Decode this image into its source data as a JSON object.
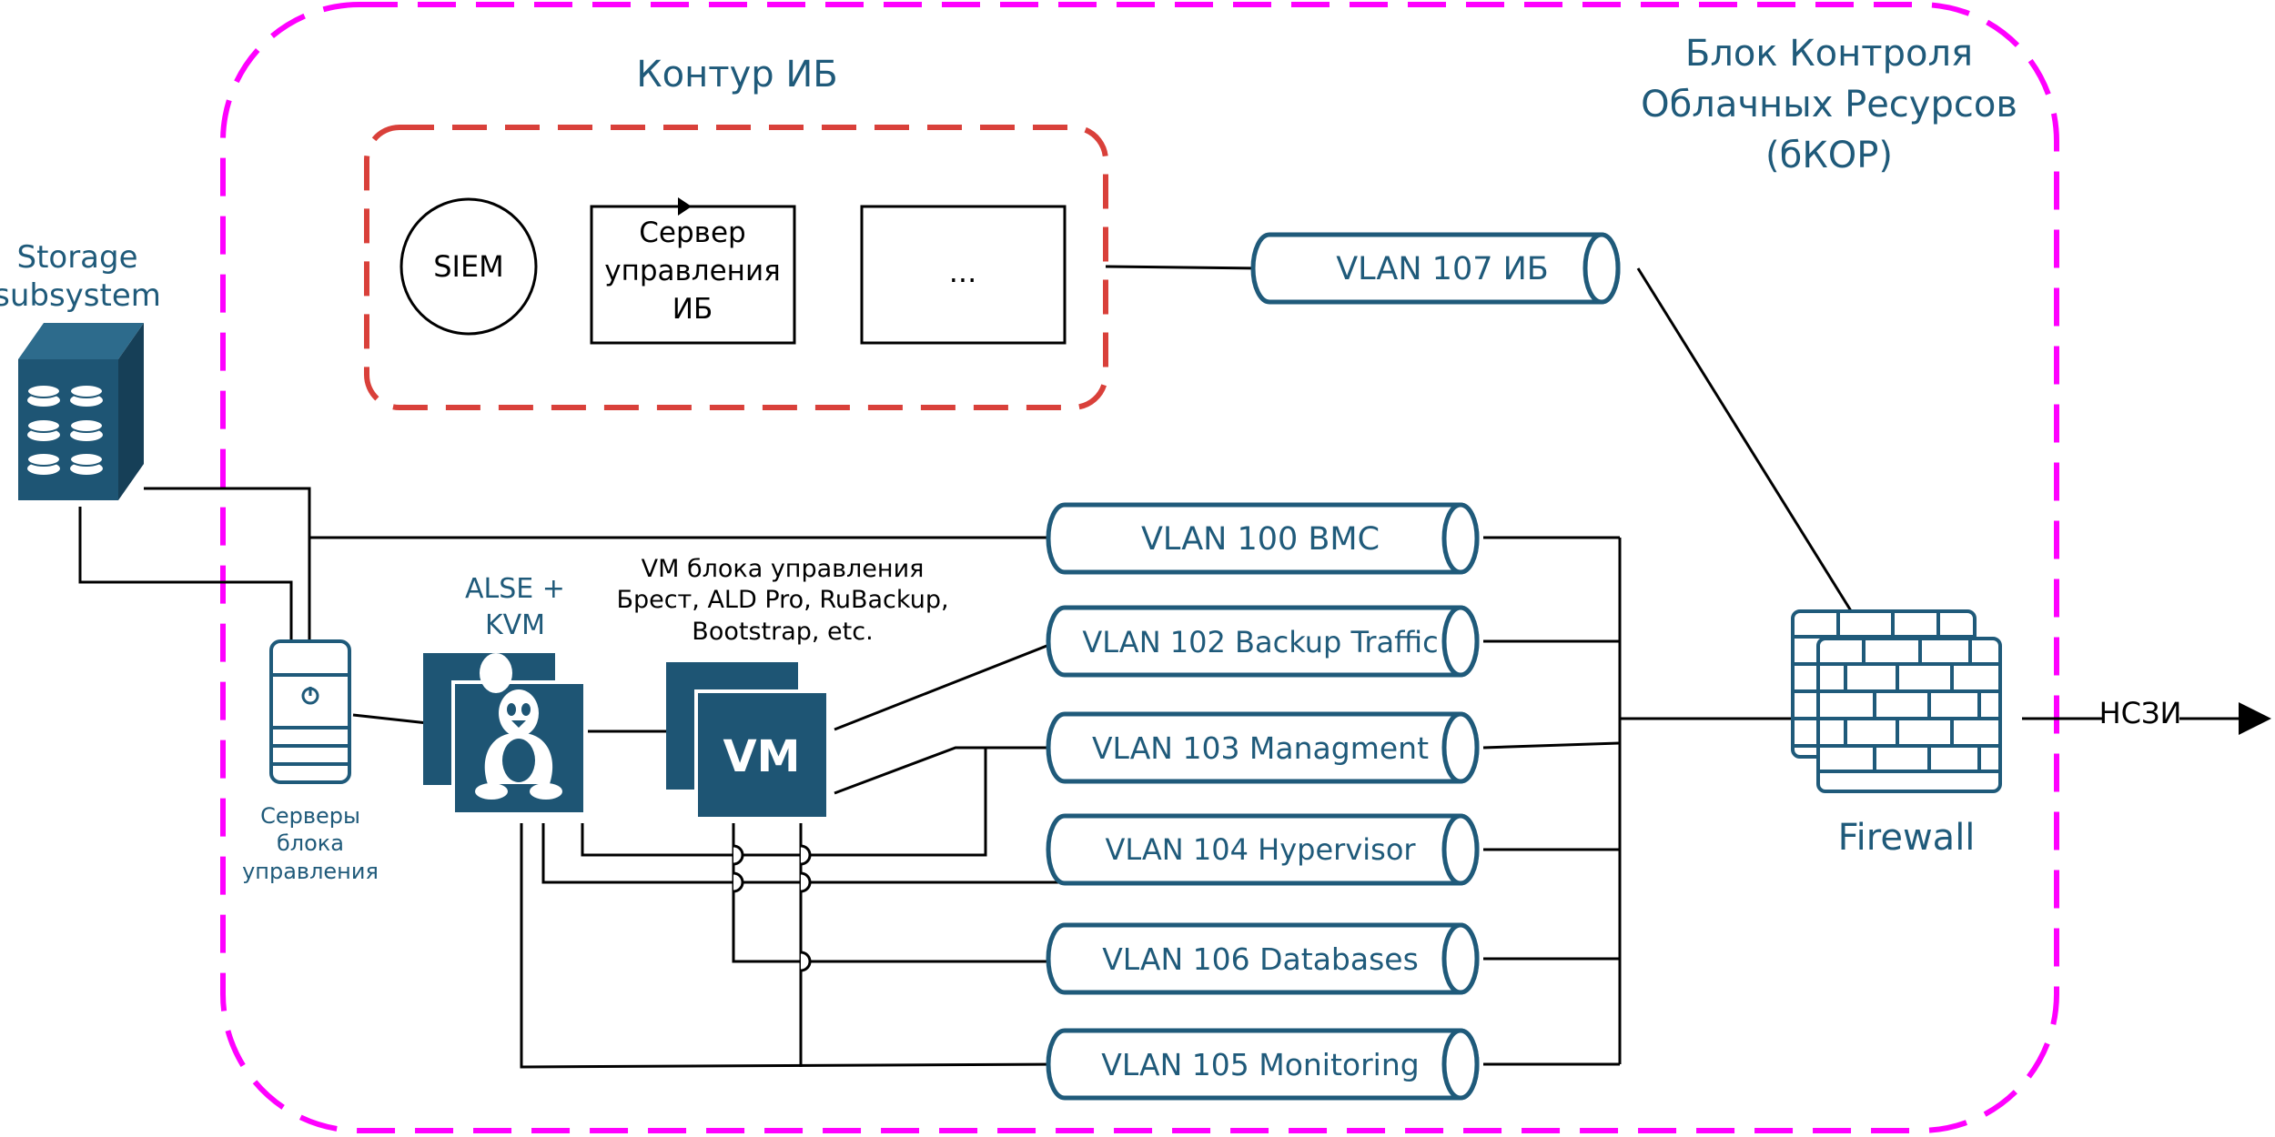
{
  "colors": {
    "primary": "#1f5a7a",
    "icon_fill": "#1e5574",
    "boundary_magenta": "#ff00ff",
    "boundary_red": "#d9403a",
    "line": "#000000"
  },
  "outer_zone": {
    "title_lines": [
      "Блок Контроля",
      "Облачных Ресурсов",
      "(бКОР)"
    ]
  },
  "security_zone": {
    "title": "Контур ИБ",
    "items": [
      {
        "type": "circle",
        "label": "SIEM"
      },
      {
        "type": "box",
        "label_lines": [
          "Сервер",
          "управления",
          "ИБ"
        ]
      },
      {
        "type": "box",
        "label": "..."
      }
    ]
  },
  "storage": {
    "label_lines": [
      "Storage",
      "subsystem"
    ],
    "icon": "storage-array-icon"
  },
  "servers": {
    "label_lines": [
      "Серверы",
      "блока",
      "управления"
    ],
    "icon": "server-tower-icon"
  },
  "hypervisor": {
    "label_lines": [
      "ALSE +",
      "KVM"
    ],
    "icon": "linux-tux-icon"
  },
  "vm": {
    "label_lines": [
      "VM блока управления",
      "Брест, ALD Pro, RuBackup,",
      "Bootstrap, etc."
    ],
    "badge": "VM",
    "icon": "vm-icon"
  },
  "vlans": [
    {
      "id": "vlan107",
      "label": "VLAN 107 ИБ"
    },
    {
      "id": "vlan100",
      "label": "VLAN 100 BMC"
    },
    {
      "id": "vlan102",
      "label": "VLAN 102 Backup Traffic"
    },
    {
      "id": "vlan103",
      "label": "VLAN 103 Managment"
    },
    {
      "id": "vlan104",
      "label": "VLAN 104 Hypervisor"
    },
    {
      "id": "vlan106",
      "label": "VLAN 106 Databases"
    },
    {
      "id": "vlan105",
      "label": "VLAN 105 Monitoring"
    }
  ],
  "firewall": {
    "label": "Firewall",
    "icon": "firewall-brick-icon"
  },
  "external": {
    "label": "НСЗИ"
  }
}
